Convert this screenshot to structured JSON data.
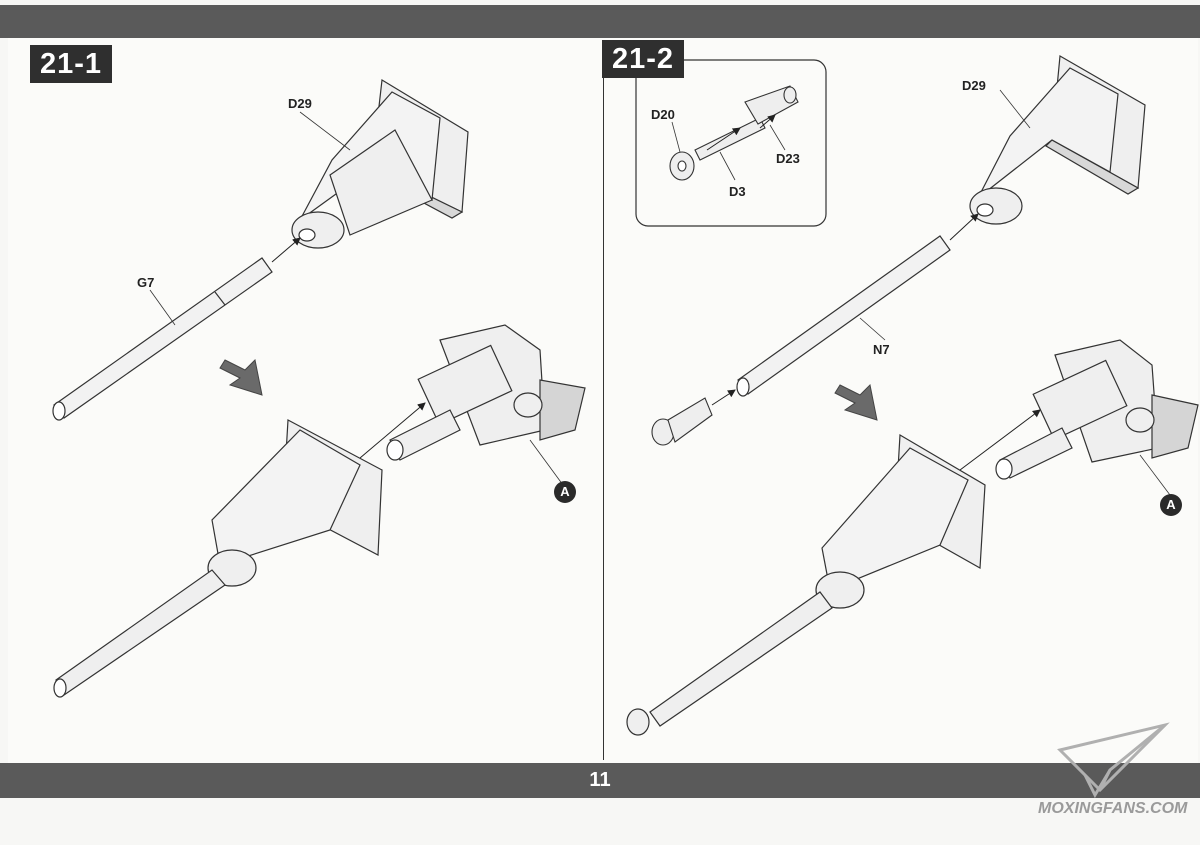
{
  "steps": {
    "left": {
      "label": "21-1"
    },
    "right": {
      "label": "21-2"
    }
  },
  "parts": {
    "left_d29": "D29",
    "left_g7": "G7",
    "right_d29": "D29",
    "right_n7": "N7",
    "inset_d20": "D20",
    "inset_d3": "D3",
    "inset_d23": "D23"
  },
  "callouts": {
    "left": "A",
    "right": "A"
  },
  "page_number": "11",
  "watermark": {
    "text": "MOXINGFANS.COM"
  },
  "colors": {
    "bar": "#5a5a5a",
    "label_bg": "#2f2f2f",
    "part_fill": "#efefef",
    "line": "#333333"
  }
}
